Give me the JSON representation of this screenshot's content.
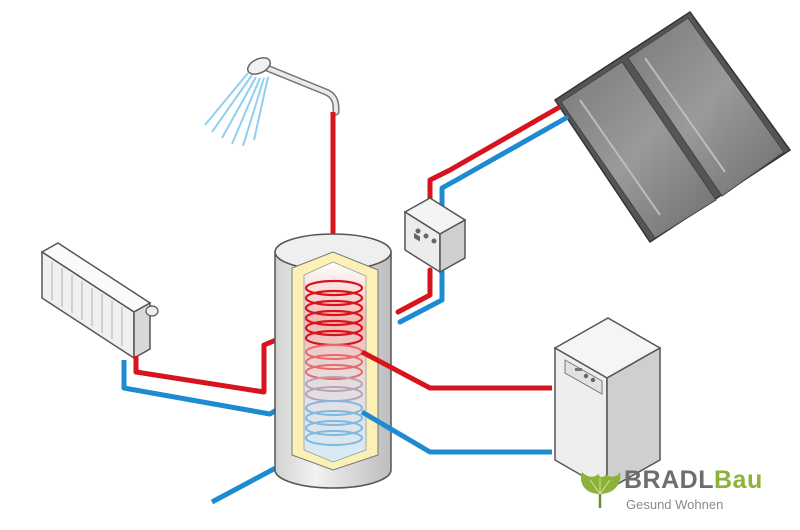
{
  "logo": {
    "name_part1": "BRADL",
    "name_part2": "Bau",
    "tagline": "Gesund Wohnen"
  },
  "colors": {
    "hot_pipe": "#d7141e",
    "cold_pipe": "#1d8bd1",
    "tank_shell": "#e6e6e6",
    "insulation": "#fbf0b5",
    "brand_green": "#8cb23a",
    "brand_gray": "#6d6e71"
  },
  "icons": [
    "shower-icon",
    "radiator-icon",
    "solar-panel-icon",
    "controller-icon",
    "boiler-icon",
    "storage-tank-icon",
    "ginkgo-leaf-icon"
  ]
}
